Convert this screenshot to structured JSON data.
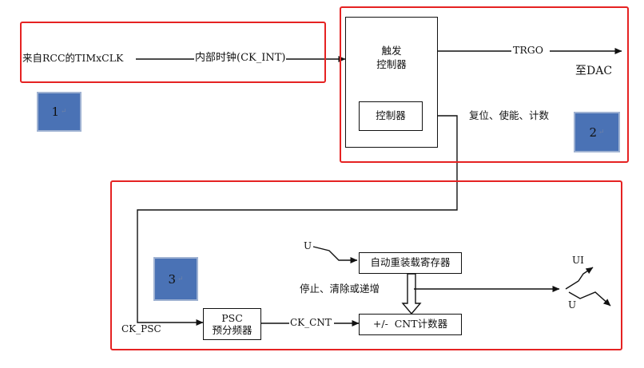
{
  "labels": {
    "source": "来自RCC的TIMxCLK",
    "internal_clock": "内部时钟(CK_INT)",
    "trgo": "TRGO",
    "to_dac": "至DAC",
    "reset_enable_count": "复位、使能、计数",
    "u_top": "U",
    "stop_clear": "停止、清除或递增",
    "ui": "UI",
    "u_right": "U",
    "ck_psc": "CK_PSC",
    "ck_cnt": "CK_CNT"
  },
  "blocks": {
    "trigger_controller_line1": "触发",
    "trigger_controller_line2": "控制器",
    "controller": "控制器",
    "psc_line1": "PSC",
    "psc_line2": "预分频器",
    "auto_reload": "自动重装载寄存器",
    "counter": "+/-  CNT计数器"
  },
  "tags": [
    "1",
    "2",
    "3"
  ],
  "colors": {
    "frame": "#e52222",
    "tag": "#4a72b5"
  }
}
